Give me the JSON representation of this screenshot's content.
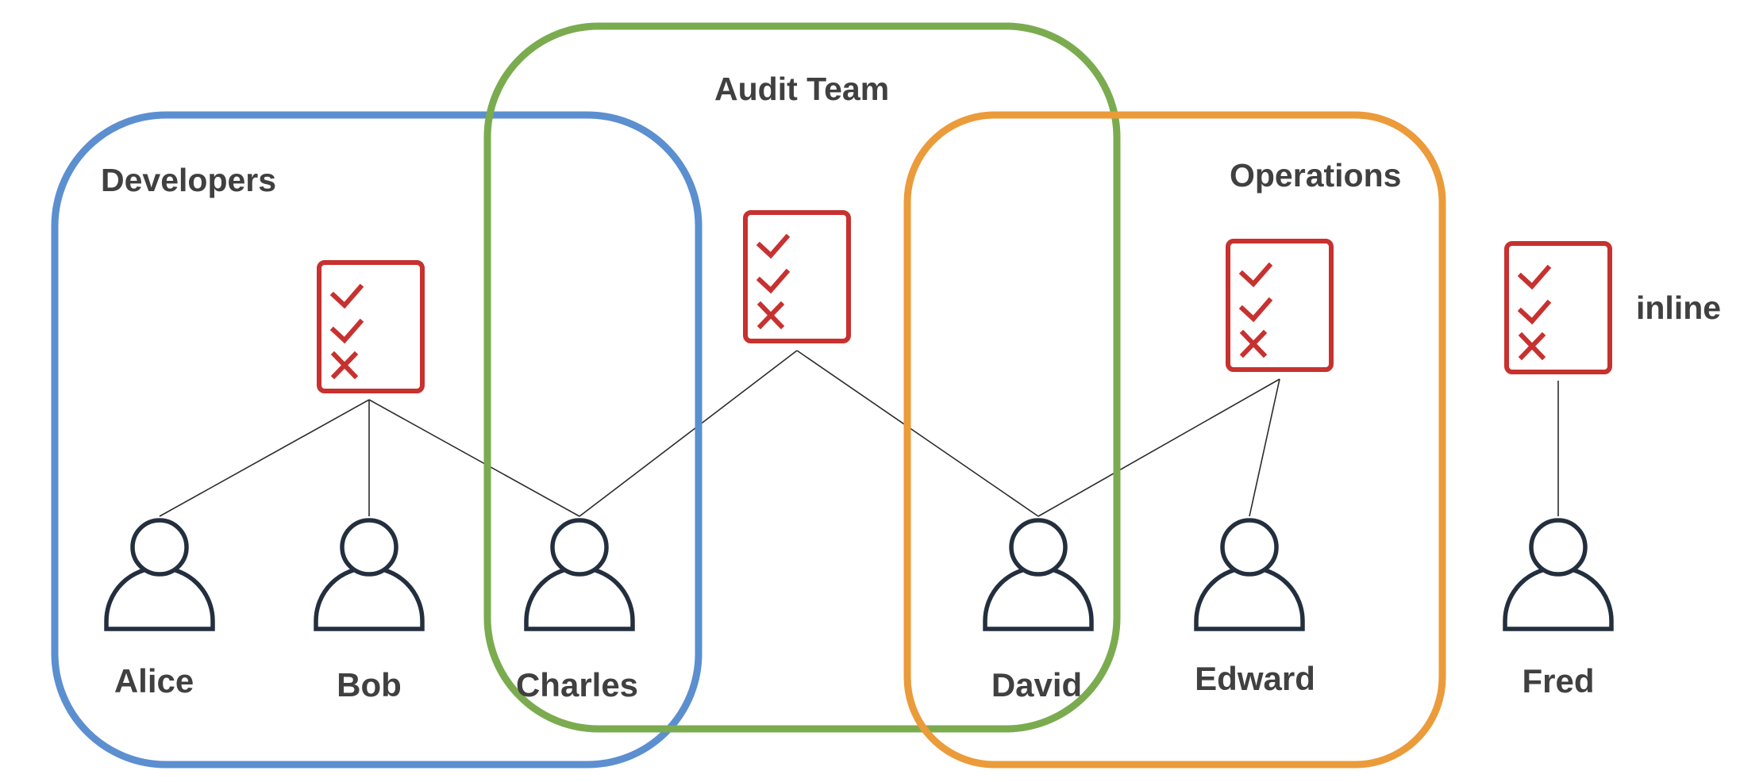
{
  "groups": {
    "developers": {
      "label": "Developers",
      "color": "#5b8fd0"
    },
    "audit": {
      "label": "Audit Team",
      "color": "#7bab4f"
    },
    "operations": {
      "label": "Operations",
      "color": "#eb9b3a"
    }
  },
  "inline_label": "inline",
  "policy_colors": {
    "stroke": "#c7312f"
  },
  "policy_icon": "checklist-policy-icon",
  "user_icon": "user-icon",
  "users": [
    {
      "id": "alice",
      "name": "Alice"
    },
    {
      "id": "bob",
      "name": "Bob"
    },
    {
      "id": "charles",
      "name": "Charles"
    },
    {
      "id": "david",
      "name": "David"
    },
    {
      "id": "edward",
      "name": "Edward"
    },
    {
      "id": "fred",
      "name": "Fred"
    }
  ]
}
